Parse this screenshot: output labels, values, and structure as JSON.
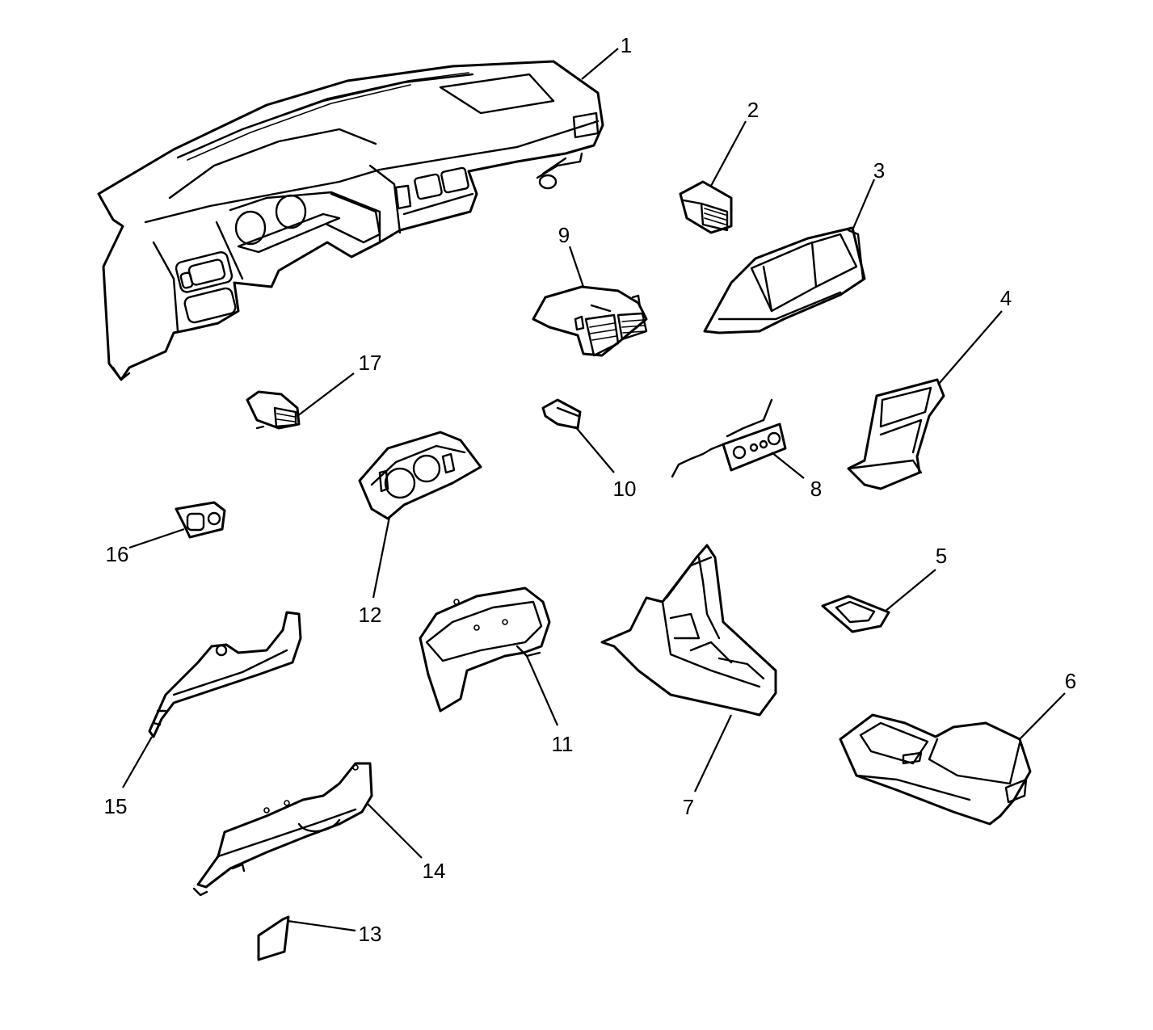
{
  "diagram": {
    "callouts": [
      {
        "id": "1",
        "label": "1",
        "part": "instrument-panel"
      },
      {
        "id": "2",
        "label": "2",
        "part": "air-outlet-right"
      },
      {
        "id": "3",
        "label": "3",
        "part": "glove-box"
      },
      {
        "id": "4",
        "label": "4",
        "part": "center-trim-bezel"
      },
      {
        "id": "5",
        "label": "5",
        "part": "shifter-bezel"
      },
      {
        "id": "6",
        "label": "6",
        "part": "floor-console"
      },
      {
        "id": "7",
        "label": "7",
        "part": "center-support-console"
      },
      {
        "id": "8",
        "label": "8",
        "part": "heater-control"
      },
      {
        "id": "9",
        "label": "9",
        "part": "center-air-outlet-housing"
      },
      {
        "id": "10",
        "label": "10",
        "part": "small-switch"
      },
      {
        "id": "11",
        "label": "11",
        "part": "cluster-shroud"
      },
      {
        "id": "12",
        "label": "12",
        "part": "instrument-cluster-bezel"
      },
      {
        "id": "13",
        "label": "13",
        "part": "cover-plate"
      },
      {
        "id": "14",
        "label": "14",
        "part": "knee-bolster"
      },
      {
        "id": "15",
        "label": "15",
        "part": "lower-trim-panel"
      },
      {
        "id": "16",
        "label": "16",
        "part": "switch-bezel"
      },
      {
        "id": "17",
        "label": "17",
        "part": "air-outlet-left"
      }
    ],
    "colors": {
      "line": "#000000",
      "background": "#ffffff"
    }
  }
}
